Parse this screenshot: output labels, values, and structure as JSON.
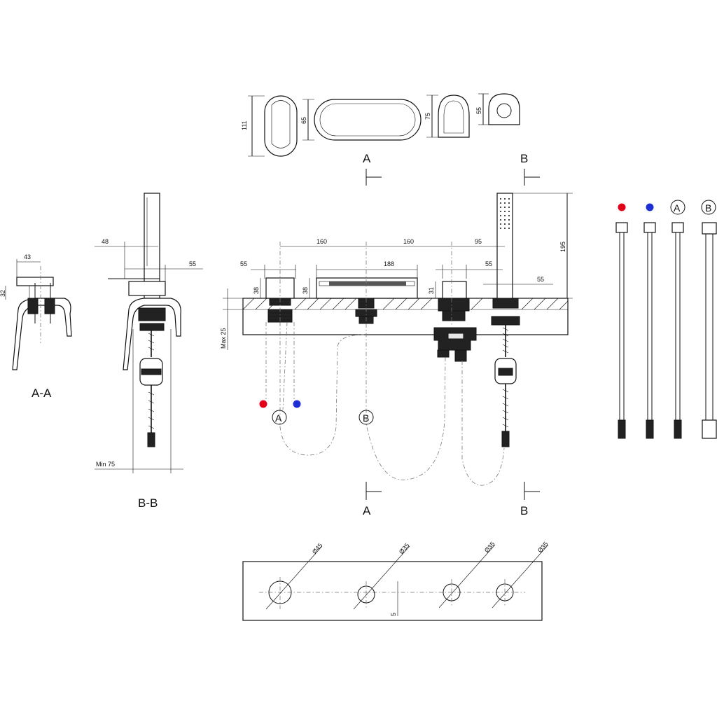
{
  "views": {
    "aa": {
      "label": "A-A",
      "dims": {
        "width": "43",
        "height": "32"
      }
    },
    "bb": {
      "label": "B-B",
      "dims": {
        "offset": "48",
        "width": "55",
        "min": "Min 75"
      }
    },
    "front": {
      "dims": {
        "d1": "160",
        "d2": "160",
        "d3": "95",
        "w1": "55",
        "w2": "188",
        "w3": "55",
        "w4": "55",
        "h1": "38",
        "h2": "38",
        "h3": "31",
        "max": "Max 25",
        "tall": "195"
      },
      "section_marks": {
        "a": "A",
        "b": "B"
      },
      "connections": {
        "a": "A",
        "b": "B"
      }
    },
    "top_profiles": {
      "h111": "111",
      "h65": "65",
      "h75": "75",
      "h55": "55"
    },
    "plate": {
      "d1": "Ø45",
      "d2": "Ø35",
      "d3": "Ø35",
      "d4": "Ø35",
      "spacing": "5"
    },
    "hoses": {
      "labels": [
        "A",
        "B"
      ]
    }
  },
  "colors": {
    "hot": "#e2001a",
    "cold": "#1f2fd6",
    "line": "#111111"
  }
}
